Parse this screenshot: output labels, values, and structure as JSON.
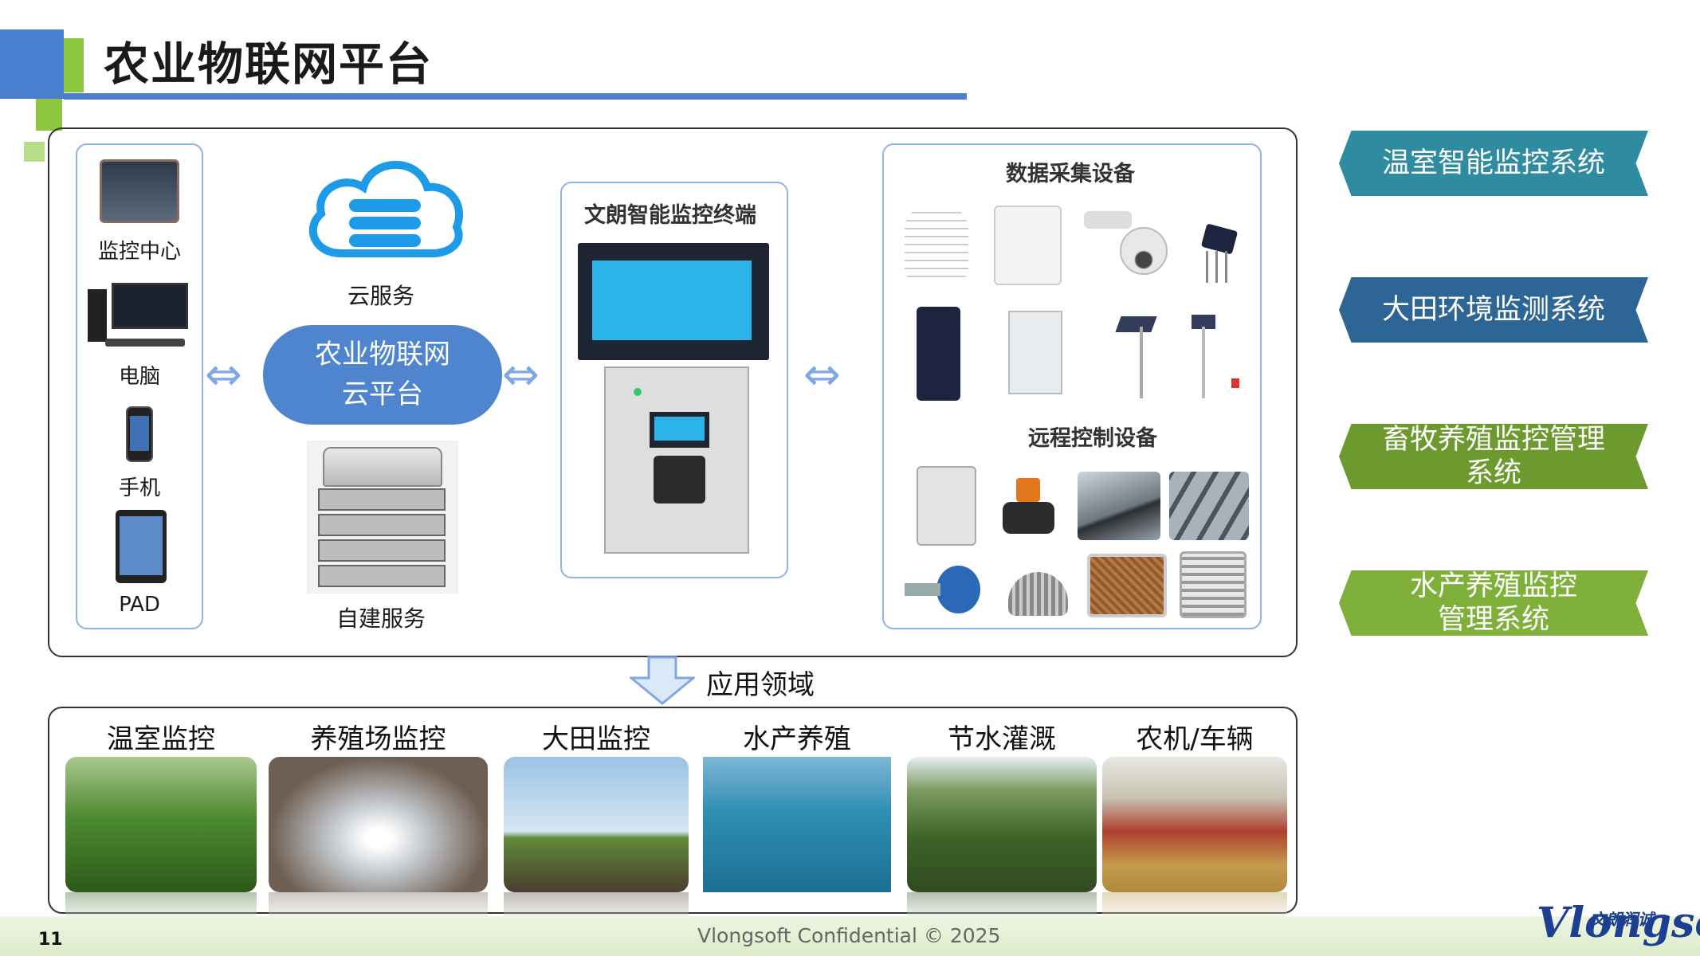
{
  "title": "农业物联网平台",
  "devices": [
    "监控中心",
    "电脑",
    "手机",
    "PAD"
  ],
  "cloud_service": "云服务",
  "platform_line1": "农业物联网",
  "platform_line2": "云平台",
  "self_service": "自建服务",
  "terminal_title": "文朗智能监控终端",
  "data_collection_title": "数据采集设备",
  "remote_control_title": "远程控制设备",
  "application_label": "应用领域",
  "domains": [
    "温室监控",
    "养殖场监控",
    "大田监控",
    "水产养殖",
    "节水灌溉",
    "农机/车辆"
  ],
  "systems": {
    "s1": "温室智能监控系统",
    "s2": "大田环境监测系统",
    "s3_line1": "畜牧养殖监控管理",
    "s3_line2": "系统",
    "s4_line1": "水产养殖监控",
    "s4_line2": "管理系统"
  },
  "colors": {
    "s1": "#2f8ba0",
    "s2": "#2d6694",
    "s3": "#6c9a2f",
    "s4": "#7fb03a",
    "accent": "#4a7fd0"
  },
  "footer": {
    "page": "11",
    "confidential": "Vlongsoft Confidential  © 2025",
    "logo_text": "Vlongsoft",
    "logo_cn": "文朗润诚"
  }
}
